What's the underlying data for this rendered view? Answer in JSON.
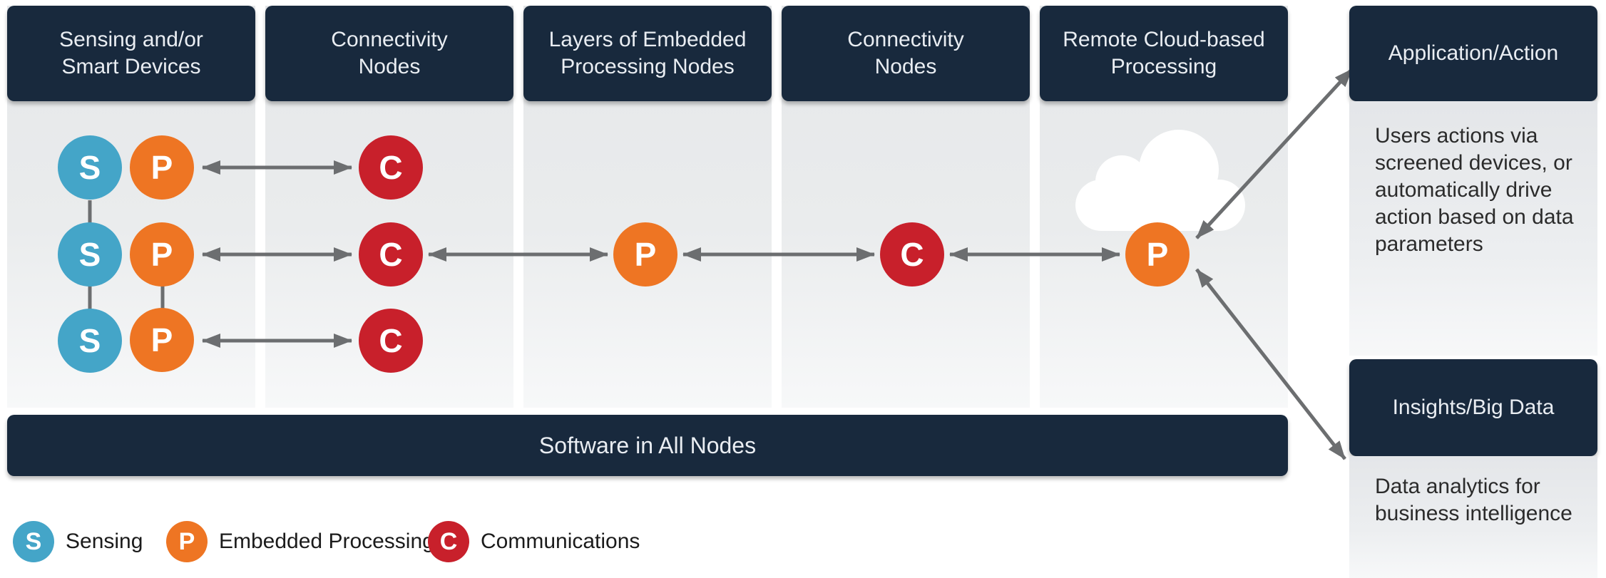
{
  "columns": [
    {
      "title": "Sensing and/or\nSmart Devices"
    },
    {
      "title": "Connectivity\nNodes"
    },
    {
      "title": "Layers of Embedded\nProcessing Nodes"
    },
    {
      "title": "Connectivity\nNodes"
    },
    {
      "title": "Remote Cloud-based\nProcessing"
    }
  ],
  "node_letters": {
    "sensing": "S",
    "processing": "P",
    "communications": "C"
  },
  "software_bar": {
    "label": "Software in All Nodes"
  },
  "right_panels": [
    {
      "title": "Application/Action",
      "description": "Users actions via screened devices, or automatically drive action based on data parameters"
    },
    {
      "title": "Insights/Big Data",
      "description": "Data analytics for business intelligence"
    }
  ],
  "legend": [
    {
      "letter": "S",
      "label": "Sensing",
      "color": "#44a5c8"
    },
    {
      "letter": "P",
      "label": "Embedded Processing",
      "color": "#ee7523"
    },
    {
      "letter": "C",
      "label": "Communications",
      "color": "#c8202b"
    }
  ],
  "colors": {
    "navy": "#18293d",
    "sensing_blue": "#44a5c8",
    "processing_orange": "#ee7523",
    "communications_red": "#c8202b",
    "arrow_gray": "#6c6e70",
    "panel_gray": "#e6e8ea"
  }
}
